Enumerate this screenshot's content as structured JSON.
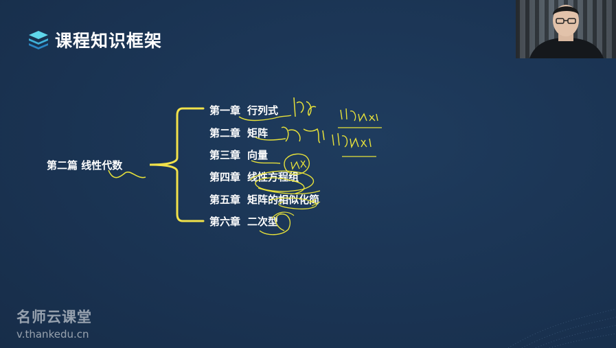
{
  "header": {
    "title": "课程知识框架",
    "icon": "layers-icon"
  },
  "content": {
    "part_label": "第二篇  线性代数",
    "chapters": [
      {
        "number": "第一章",
        "name": "行列式"
      },
      {
        "number": "第二章",
        "name": "矩阵"
      },
      {
        "number": "第三章",
        "name": "向量"
      },
      {
        "number": "第四章",
        "name": "线性方程组"
      },
      {
        "number": "第五章",
        "name": "矩阵的相似化简"
      },
      {
        "number": "第六章",
        "name": "二次型"
      }
    ]
  },
  "watermark": {
    "name": "名师云课堂",
    "url": "v.thankedu.cn"
  },
  "colors": {
    "background": "#1b3553",
    "brace": "#f2e24a",
    "ink": "#e8e23a",
    "icon_top": "#5fd6ea",
    "icon_mid": "#3fb0d8",
    "icon_bot": "#2a86c4"
  }
}
